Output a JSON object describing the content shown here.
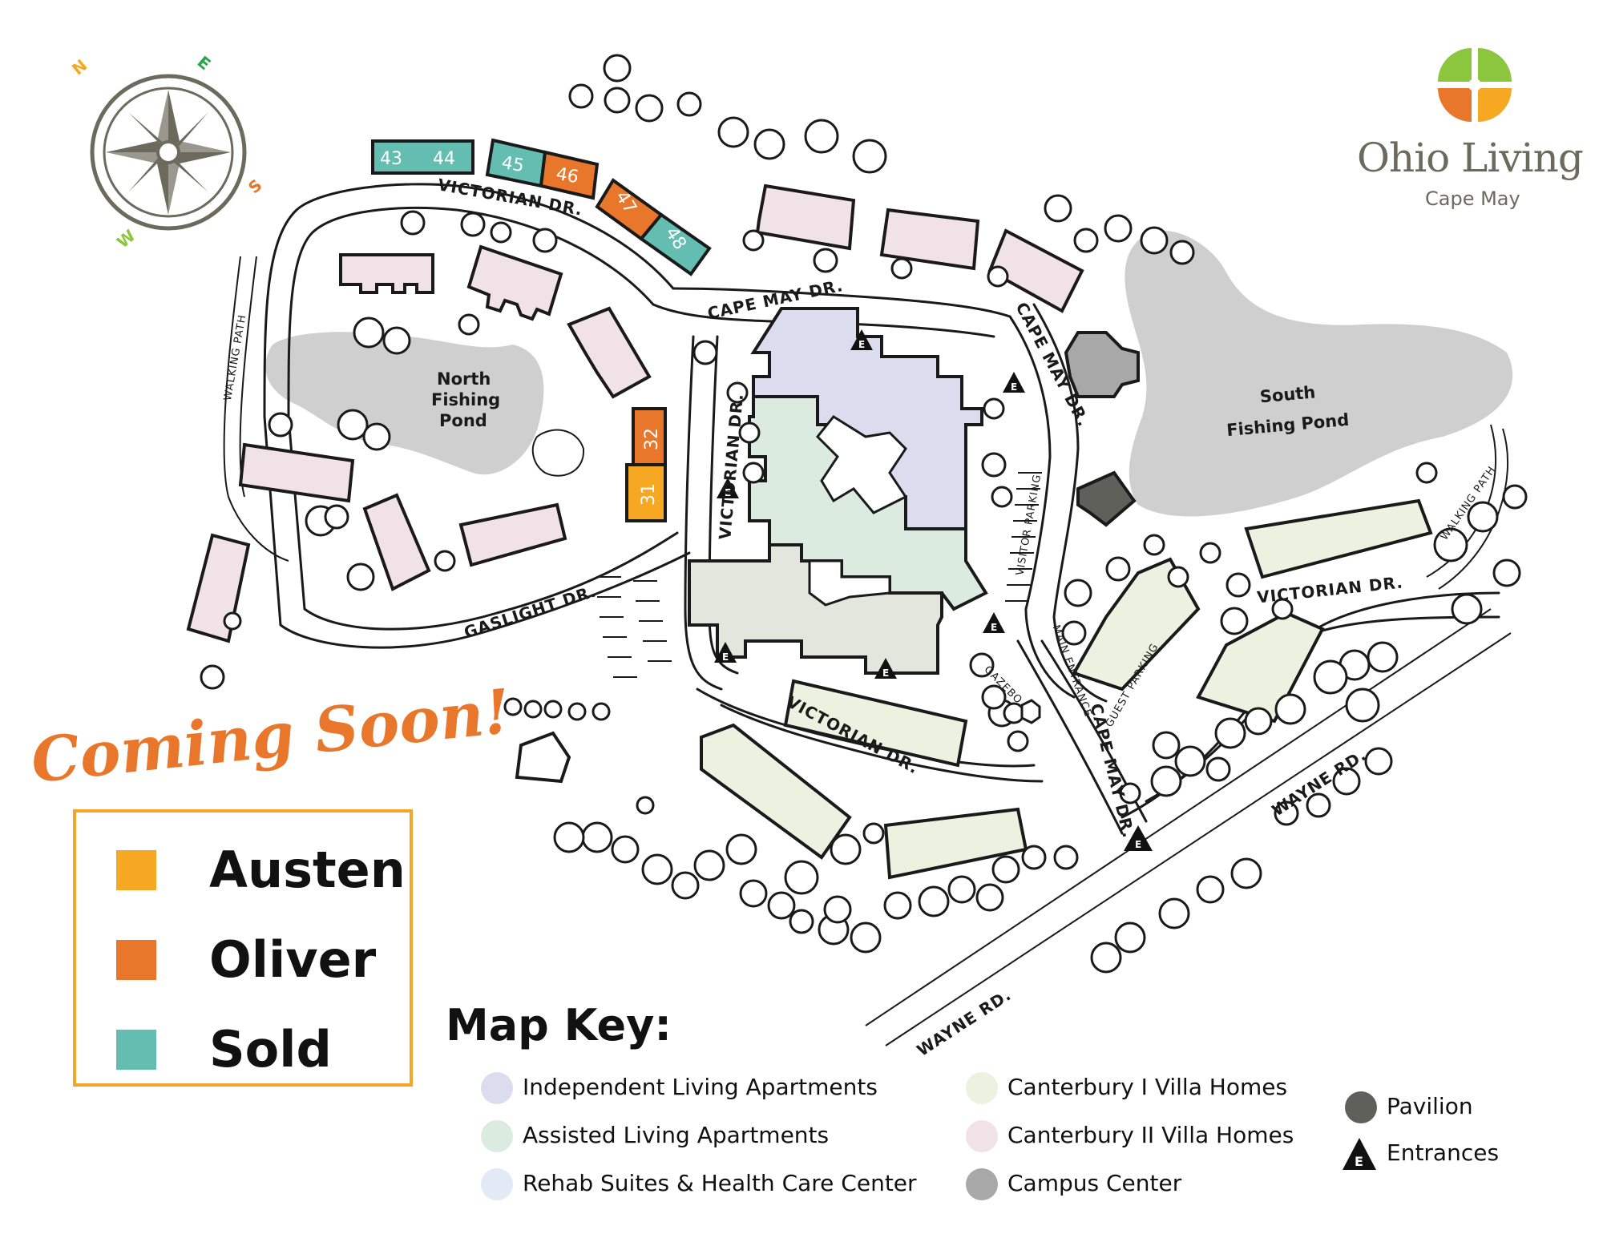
{
  "brand": {
    "name": "Ohio Living",
    "location": "Cape May",
    "logo_colors": [
      "#8cc63f",
      "#f7a823",
      "#e8762b",
      "#6c6a5c"
    ]
  },
  "compass": {
    "north": "N",
    "east": "E",
    "south": "S",
    "west": "W",
    "colors": {
      "north": "#f7a823",
      "east": "#2aa64a",
      "south": "#e8762b",
      "west": "#8cc63f"
    }
  },
  "map": {
    "roads": {
      "victorian_dr_nw": "VICTORIAN DR.",
      "victorian_dr_center": "VICTORIAN DR.",
      "victorian_dr_south": "VICTORIAN DR.",
      "victorian_dr_east": "VICTORIAN DR.",
      "cape_may_dr_north": "CAPE MAY DR.",
      "cape_may_dr_east": "CAPE MAY DR.",
      "cape_may_dr_south": "CAPE MAY DR.",
      "gaslight_dr": "GASLIGHT DR.",
      "wayne_rd_east": "WAYNE RD.",
      "wayne_rd_south": "WAYNE RD."
    },
    "labels": {
      "walking_path_west": "WALKING PATH",
      "walking_path_east": "WALKING PATH",
      "visitor_parking": "VISITOR PARKING",
      "guest_parking": "GUEST PARKING",
      "main_entrance": "MAIN ENTRANCE",
      "gazebo": "GAZEBO"
    },
    "ponds": {
      "north_line1": "North",
      "north_line2": "Fishing",
      "north_line3": "Pond",
      "south_line1": "South",
      "south_line2": "Fishing Pond"
    },
    "units": [
      {
        "number": "43",
        "status": "Sold"
      },
      {
        "number": "44",
        "status": "Sold"
      },
      {
        "number": "45",
        "status": "Sold"
      },
      {
        "number": "46",
        "status": "Oliver"
      },
      {
        "number": "47",
        "status": "Oliver"
      },
      {
        "number": "48",
        "status": "Sold"
      },
      {
        "number": "31",
        "status": "Austen"
      },
      {
        "number": "32",
        "status": "Oliver"
      }
    ],
    "entrance_marker": "E"
  },
  "coming_soon": {
    "title": "Coming Soon!",
    "items": [
      {
        "label": "Austen",
        "color": "#f7a823"
      },
      {
        "label": "Oliver",
        "color": "#e8762b"
      },
      {
        "label": "Sold",
        "color": "#63bdb0"
      }
    ]
  },
  "map_key": {
    "title": "Map Key:",
    "items": [
      {
        "label": "Independent Living Apartments",
        "color": "#dcdcef"
      },
      {
        "label": "Assisted Living Apartments",
        "color": "#dcebdf"
      },
      {
        "label": "Rehab Suites & Health Care Center",
        "color": "#e2eaf5"
      },
      {
        "label": "Canterbury I Villa Homes",
        "color": "#ecf2df"
      },
      {
        "label": "Canterbury II Villa Homes",
        "color": "#f1e2e8"
      },
      {
        "label": "Campus Center",
        "color": "#a8a8a8"
      },
      {
        "label": "Pavilion",
        "color": "#5f605a"
      },
      {
        "label": "Entrances",
        "icon": "entrance-triangle-icon"
      }
    ]
  },
  "colors": {
    "austen": "#f7a823",
    "oliver": "#e8762b",
    "sold": "#63bdb0",
    "independent": "#dcdcef",
    "assisted": "#dcebdf",
    "rehab": "#e2eaf5",
    "canterbury_1": "#ecf2df",
    "canterbury_2": "#f1e2e8",
    "campus_center": "#a8a8a8",
    "pavilion": "#5f605a"
  }
}
